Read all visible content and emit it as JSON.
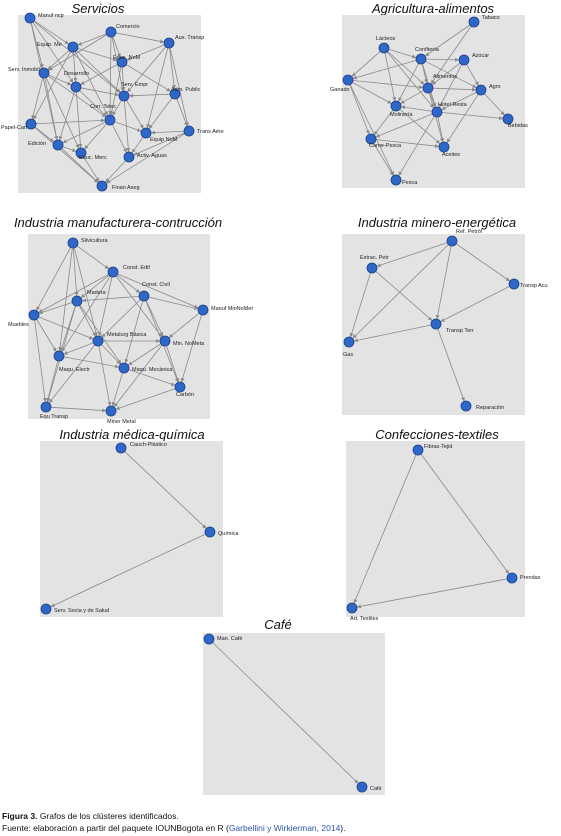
{
  "panels": [
    {
      "id": "servicios",
      "title": "Servicios",
      "nodes": [
        "Manuf ncp",
        "Comercio",
        "Equip. Me",
        "Aux. Transp",
        "Educ. NoM",
        "Serv. Inmobil",
        "Desarrollo",
        "Adm. Public",
        "Serv. Empr",
        "Papel-Cart",
        "Corr. Telec",
        "Trans Aére",
        "Edición",
        "Equip NoM",
        "Educ. Merc",
        "Activ. Aguas",
        "Finan Aseg"
      ]
    },
    {
      "id": "agricultura",
      "title": "Agricultura-alimentos",
      "nodes": [
        "Tabaco",
        "Lácteos",
        "Confitería",
        "Azúcar",
        "Ganado",
        "Alimentos",
        "Agro",
        "Hotel Resta",
        "Molinería",
        "Bebidas",
        "Carne-Pesca",
        "Aceites",
        "Pesca"
      ]
    },
    {
      "id": "manufactura",
      "title": "Industria manufacturera-contrucción",
      "nodes": [
        "Silvicultura",
        "Const. Edif",
        "Const. Civil",
        "Madera",
        "Manuf MinNoMet",
        "Muebles",
        "Metalurg Básica",
        "Min. NoMeta",
        "Maqu. Electr",
        "Maqu. Mecánica",
        "Carbón",
        "Equ Transp",
        "Miner Metal"
      ]
    },
    {
      "id": "minero",
      "title": "Industria minero-energética",
      "nodes": [
        "Ref. Petról",
        "Extrac. Petr",
        "Transp Acu",
        "Transp Terr",
        "Gas",
        "Reparación"
      ]
    },
    {
      "id": "medica",
      "title": "Industria médica-química",
      "nodes": [
        "Cauch-Plástico",
        "Química",
        "Serv. Socia y de Salud"
      ]
    },
    {
      "id": "confecciones",
      "title": "Confecciones-textiles",
      "nodes": [
        "Fibras-Tejid",
        "Prendas",
        "Art. Textiles"
      ]
    },
    {
      "id": "cafe",
      "title": "Café",
      "nodes": [
        "Man. Café",
        "Café"
      ]
    }
  ],
  "caption": {
    "figure_label": "Figura 3.",
    "figure_text": "Grafos de los clústeres identificados.",
    "source_prefix": "Fuente: elaboración a partir del paquete IOUNBogota en R (",
    "source_link": "Garbellini y Wirkierman, 2014",
    "source_suffix": ")."
  },
  "colors": {
    "panel_bg": "#e3e3e3",
    "node_fill": "#2f67c8",
    "edge": "#8a8a8a"
  }
}
